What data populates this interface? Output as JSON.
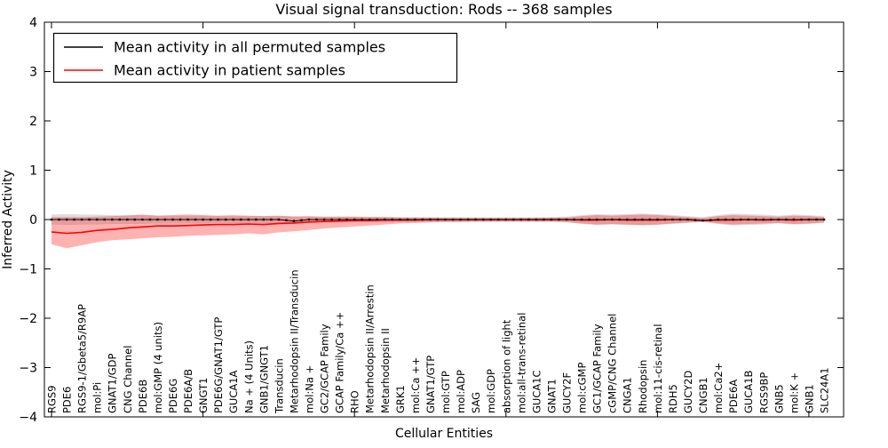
{
  "chart_data": {
    "type": "line",
    "title": "Visual signal transduction: Rods -- 368 samples",
    "xlabel": "Cellular Entities",
    "ylabel": "Inferred Activity",
    "ylim": [
      -4,
      4
    ],
    "yticks": [
      -4,
      -3,
      -2,
      -1,
      0,
      1,
      2,
      3,
      4
    ],
    "grid": false,
    "legend_position": "upper left",
    "categories": [
      "RGS9",
      "PDE6",
      "RGS9-1/Gbeta5/R9AP",
      "mol:Pi",
      "GNAT1/GDP",
      "CNG Channel",
      "PDE6B",
      "mol:GMP (4 units)",
      "PDE6G",
      "PDE6A/B",
      "GNGT1",
      "PDE6G/GNAT1/GTP",
      "GUCA1A",
      "Na + (4 Units)",
      "GNB1/GNGT1",
      "Transducin",
      "Metarhodopsin II/Transducin",
      "mol:Na +",
      "GC2/GCAP Family",
      "GCAP Family/Ca ++",
      "RHO",
      "Metarhodopsin II/Arrestin",
      "Metarhodopsin II",
      "GRK1",
      "mol:Ca ++",
      "GNAT1/GTP",
      "mol:GTP",
      "mol:ADP",
      "SAG",
      "mol:GDP",
      "absorption of light",
      "mol:all-trans-retinal",
      "GUCA1C",
      "GNAT1",
      "GUCY2F",
      "mol:cGMP",
      "GC1/GCAP Family",
      "cGMP/CNG Channel",
      "CNGA1",
      "Rhodopsin",
      "mol:11-cis-retinal",
      "RDH5",
      "GUCY2D",
      "CNGB1",
      "mol:Ca2+",
      "PDE6A",
      "GUCA1B",
      "RGS9BP",
      "GNB5",
      "mol:K +",
      "GNB1",
      "SLC24A1"
    ],
    "series": [
      {
        "name": "Mean activity in all permuted samples",
        "color": "#000000",
        "values": [
          0,
          0,
          0,
          0,
          0,
          0,
          0,
          0,
          0,
          0,
          0,
          0,
          0,
          0,
          0,
          0,
          -0.03,
          0,
          0,
          0,
          0,
          0,
          0,
          0,
          0,
          0,
          0,
          0,
          0,
          0,
          0,
          0,
          0,
          0,
          0,
          0,
          0,
          0,
          0,
          0,
          0,
          0,
          0,
          -0.02,
          0,
          0,
          0,
          0,
          0,
          0,
          0,
          0
        ],
        "band": {
          "color": "#888888",
          "opacity": 0.28,
          "upper": [
            0.1,
            0.11,
            0.1,
            0.1,
            0.09,
            0.09,
            0.09,
            0.08,
            0.08,
            0.08,
            0.08,
            0.07,
            0.07,
            0.07,
            0.07,
            0.07,
            0.07,
            0.06,
            0.06,
            0.06,
            0.06,
            0.06,
            0.06,
            0.05,
            0.05,
            0.05,
            0.05,
            0.05,
            0.05,
            0.05,
            0.05,
            0.05,
            0.05,
            0.05,
            0.06,
            0.09,
            0.11,
            0.1,
            0.11,
            0.12,
            0.11,
            0.09,
            0.07,
            0.05,
            0.09,
            0.12,
            0.11,
            0.1,
            0.08,
            0.1,
            0.09,
            0.07
          ],
          "lower": [
            -0.1,
            -0.11,
            -0.1,
            -0.1,
            -0.09,
            -0.09,
            -0.09,
            -0.08,
            -0.08,
            -0.08,
            -0.08,
            -0.07,
            -0.07,
            -0.07,
            -0.07,
            -0.07,
            -0.08,
            -0.06,
            -0.06,
            -0.06,
            -0.06,
            -0.06,
            -0.06,
            -0.05,
            -0.05,
            -0.05,
            -0.05,
            -0.05,
            -0.05,
            -0.05,
            -0.05,
            -0.05,
            -0.05,
            -0.05,
            -0.06,
            -0.09,
            -0.11,
            -0.1,
            -0.11,
            -0.12,
            -0.11,
            -0.09,
            -0.07,
            -0.05,
            -0.09,
            -0.12,
            -0.11,
            -0.1,
            -0.08,
            -0.1,
            -0.09,
            -0.07
          ]
        }
      },
      {
        "name": "Mean activity in patient samples",
        "color": "#ff0000",
        "values": [
          -0.25,
          -0.28,
          -0.26,
          -0.22,
          -0.2,
          -0.17,
          -0.15,
          -0.13,
          -0.13,
          -0.12,
          -0.11,
          -0.1,
          -0.1,
          -0.09,
          -0.1,
          -0.08,
          -0.07,
          -0.05,
          -0.04,
          -0.03,
          -0.02,
          -0.02,
          -0.01,
          -0.01,
          -0.01,
          0,
          0,
          0,
          0,
          0,
          0,
          0,
          0,
          0,
          0,
          -0.01,
          -0.01,
          0,
          -0.01,
          -0.01,
          -0.01,
          0,
          0,
          -0.02,
          -0.01,
          -0.01,
          0,
          -0.01,
          0,
          -0.01,
          0,
          0
        ],
        "band": {
          "color": "#ff0000",
          "opacity": 0.3,
          "upper": [
            0.05,
            0.05,
            0.05,
            0.06,
            0.07,
            0.08,
            0.1,
            0.08,
            0.09,
            0.1,
            0.09,
            0.08,
            0.09,
            0.08,
            0.07,
            0.08,
            0.06,
            0.07,
            0.06,
            0.06,
            0.06,
            0.05,
            0.05,
            0.04,
            0.04,
            0.04,
            0.03,
            0.03,
            0.03,
            0.03,
            0.03,
            0.03,
            0.03,
            0.04,
            0.04,
            0.07,
            0.09,
            0.08,
            0.09,
            0.1,
            0.09,
            0.07,
            0.05,
            0.03,
            0.07,
            0.09,
            0.08,
            0.07,
            0.06,
            0.08,
            0.07,
            0.05
          ],
          "lower": [
            -0.5,
            -0.58,
            -0.52,
            -0.46,
            -0.42,
            -0.4,
            -0.38,
            -0.36,
            -0.35,
            -0.33,
            -0.32,
            -0.31,
            -0.3,
            -0.28,
            -0.3,
            -0.26,
            -0.24,
            -0.21,
            -0.18,
            -0.16,
            -0.14,
            -0.12,
            -0.1,
            -0.08,
            -0.07,
            -0.06,
            -0.05,
            -0.05,
            -0.04,
            -0.04,
            -0.04,
            -0.04,
            -0.04,
            -0.04,
            -0.05,
            -0.08,
            -0.1,
            -0.09,
            -0.1,
            -0.11,
            -0.1,
            -0.08,
            -0.06,
            -0.04,
            -0.08,
            -0.1,
            -0.09,
            -0.08,
            -0.07,
            -0.09,
            -0.08,
            -0.06
          ]
        }
      }
    ]
  },
  "colors": {
    "background": "#ffffff",
    "axis": "#000000",
    "permuted_line": "#000000",
    "patient_line": "#ff0000"
  }
}
